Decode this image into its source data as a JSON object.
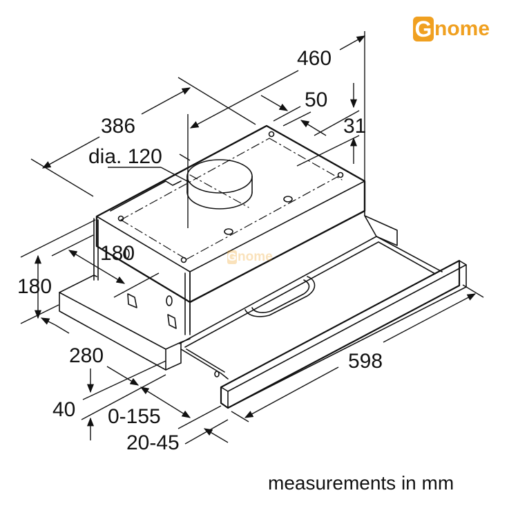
{
  "branding": {
    "logo_initial": "G",
    "logo_rest": "nome",
    "color": "#f0a020",
    "watermark_initial": "G",
    "watermark_rest": "nome"
  },
  "diagram": {
    "subject": "telescopic cooker hood isometric dimension drawing",
    "dimensions": {
      "depth_total": "460",
      "width_body": "386",
      "offset_top": "50",
      "duct_offset": "31",
      "duct_diameter": "dia. 120",
      "side_depth": "180",
      "height": "180",
      "body_depth": "280",
      "front_height": "40",
      "extension": "0-155",
      "front_offset": "20-45",
      "width_total": "598"
    },
    "caption": "measurements in mm"
  }
}
